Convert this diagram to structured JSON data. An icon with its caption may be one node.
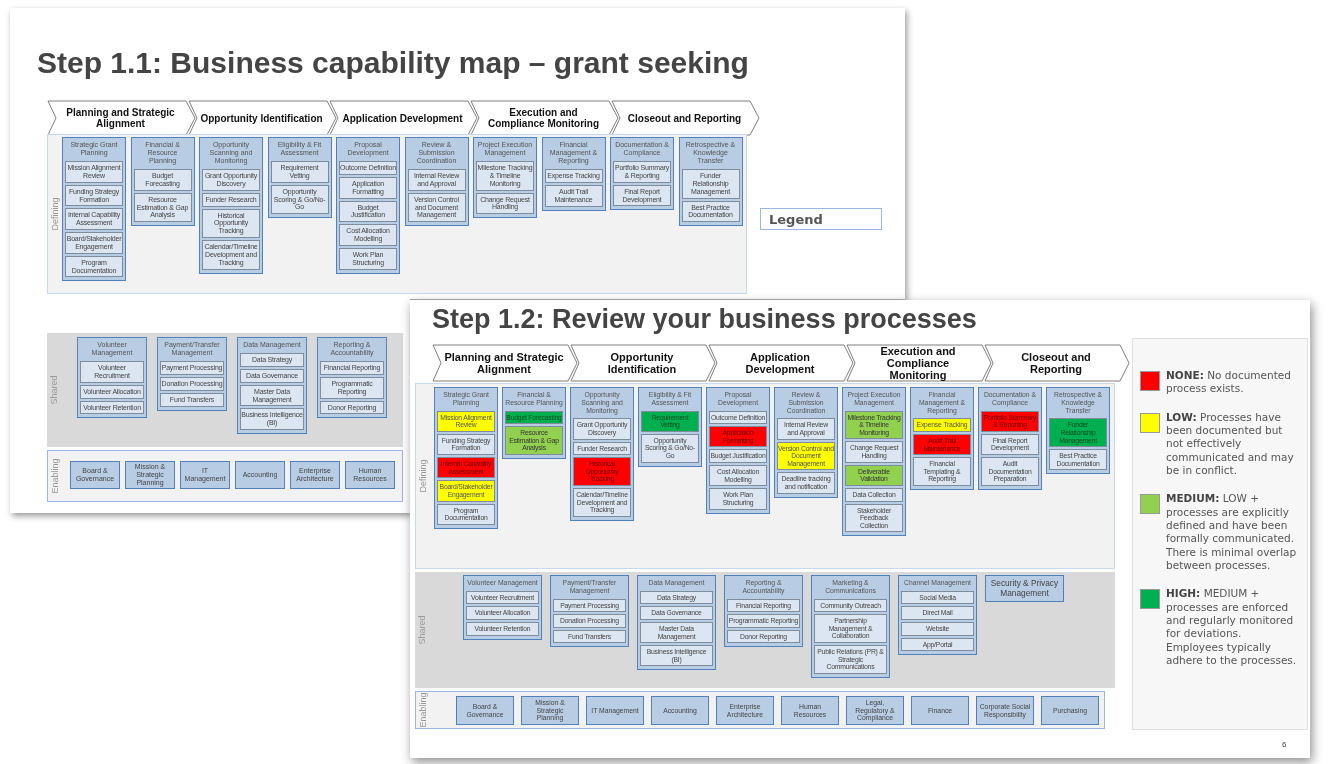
{
  "diagram": {
    "nodes": [
      {
        "text": [
          "Planning and Strategic Alignment"
        ]
      },
      {
        "text": [
          "Opportunity Identification"
        ]
      },
      {
        "text": [
          "Application Development"
        ]
      },
      {
        "text": [
          "Execution and Compliance Monitoring"
        ]
      },
      {
        "text": [
          "Closeout and Reporting"
        ]
      },
      {
        "text": [
          "Defining"
        ]
      },
      {
        "text": [
          "Strategic Grant Planning"
        ],
        "in": 5
      },
      {
        "text": [
          "Mission Alignment Review"
        ],
        "in": 6
      },
      {
        "text": [
          "Funding Strategy Formation"
        ],
        "in": 6
      },
      {
        "text": [
          "Internal Capability Assessment"
        ],
        "in": 6
      },
      {
        "text": [
          "Board/Stakeholder Engagement"
        ],
        "in": 6
      },
      {
        "text": [
          "Program Documentation"
        ],
        "in": 6
      },
      {
        "text": [
          "Financial & Resource Planning"
        ],
        "in": 5
      },
      {
        "text": [
          "Budget Forecasting"
        ],
        "in": 12
      },
      {
        "text": [
          "Resource Estimation & Gap Analysis"
        ],
        "in": 12
      },
      {
        "text": [
          "Opportunity Scanning and Monitoring"
        ],
        "in": 5
      },
      {
        "text": [
          "Grant Opportunity Discovery"
        ],
        "in": 15
      },
      {
        "text": [
          "Funder Research"
        ],
        "in": 15
      },
      {
        "text": [
          "Historical Opportunity Tracking"
        ],
        "in": 15
      },
      {
        "text": [
          "Calendar/Timeline Development and Tracking"
        ],
        "in": 15
      },
      {
        "text": [
          "Eligibility & Fit Assessment"
        ],
        "in": 5
      },
      {
        "text": [
          "Requirement Vetting"
        ],
        "in": 20
      },
      {
        "text": [
          "Opportunity Scoring & Go/No-Go"
        ],
        "in": 20
      },
      {
        "text": [
          "Proposal Development"
        ],
        "in": 5
      },
      {
        "text": [
          "Outcome Definition"
        ],
        "in": 23
      },
      {
        "text": [
          "Application Formatting"
        ],
        "in": 23
      },
      {
        "text": [
          "Budget Justification"
        ],
        "in": 23
      },
      {
        "text": [
          "Cost Allocation Modelling"
        ],
        "in": 23
      },
      {
        "text": [
          "Work Plan Structuring"
        ],
        "in": 23
      },
      {
        "text": [
          "Review & Submission Coordination"
        ],
        "in": 5
      },
      {
        "text": [
          "Internal Review and Approval"
        ],
        "in": 29
      },
      {
        "text": [
          "Version Control and Document Management"
        ],
        "in": 29
      },
      {
        "text": [
          "Project Execution Management"
        ],
        "in": 5
      },
      {
        "text": [
          "Milestone Tracking & Timeline Monitoring"
        ],
        "in": 32
      },
      {
        "text": [
          "Change Request Handling"
        ],
        "in": 32
      },
      {
        "text": [
          "Financial Management & Reporting"
        ],
        "in": 5
      },
      {
        "text": [
          "Expense Tracking"
        ],
        "in": 35
      },
      {
        "text": [
          "Audit Trail Maintenance"
        ],
        "in": 35
      },
      {
        "text": [
          "Documentation & Compliance"
        ],
        "in": 5
      },
      {
        "text": [
          "Portfolio Summary & Reporting"
        ],
        "in": 38
      },
      {
        "text": [
          "Final Report Development"
        ],
        "in": 38
      },
      {
        "text": [
          "Retrospective & Knowledge Transfer"
        ],
        "in": 5
      },
      {
        "text": [
          "Funder Relationship Management"
        ],
        "in": 41
      },
      {
        "text": [
          "Best Practice Documentation"
        ],
        "in": 41
      },
      {
        "text": [
          "Shared"
        ]
      },
      {
        "text": [
          "Volunteer Management"
        ],
        "in": 44
      },
      {
        "text": [
          "Volunteer Recruitment"
        ],
        "in": 45
      },
      {
        "text": [
          "Volunteer Allocation"
        ],
        "in": 45
      },
      {
        "text": [
          "Volunteer Retention"
        ],
        "in": 45
      },
      {
        "text": [
          "Payment/Transfer Management"
        ],
        "in": 44
      },
      {
        "text": [
          "Payment Processing"
        ],
        "in": 49
      },
      {
        "text": [
          "Donation Processing"
        ],
        "in": 49
      },
      {
        "text": [
          "Fund Transfers"
        ],
        "in": 49
      },
      {
        "text": [
          "Data Management"
        ],
        "in": 44
      },
      {
        "text": [
          "Data Strategy"
        ],
        "in": 53
      },
      {
        "text": [
          "Data Governance"
        ],
        "in": 53
      },
      {
        "text": [
          "Master Data Management"
        ],
        "in": 53
      },
      {
        "text": [
          "Business Intelligence (BI)"
        ],
        "in": 53
      },
      {
        "text": [
          "Reporting & Accountability"
        ],
        "in": 44
      },
      {
        "text": [
          "Financial Reporting"
        ],
        "in": 58
      },
      {
        "text": [
          "Programmatic Reporting"
        ],
        "in": 58
      },
      {
        "text": [
          "Donor Reporting"
        ],
        "in": 58
      },
      {
        "text": [
          "Enabling"
        ]
      },
      {
        "text": [
          "Board & Governance"
        ],
        "in": 62
      },
      {
        "text": [
          "Mission & Strategic Planning"
        ],
        "in": 62
      },
      {
        "text": [
          "IT Management"
        ],
        "in": 62
      },
      {
        "text": [
          "Accounting"
        ],
        "in": 62
      },
      {
        "text": [
          "Enterprise Architecture"
        ],
        "in": 62
      },
      {
        "text": [
          "Human Resources"
        ],
        "in": 62
      },
      {
        "text": [
          "Legend"
        ]
      },
      {
        "text": [
          "Step 1.2: Review your business processes"
        ]
      },
      {
        "text": [
          "Planning and Strategic Alignment"
        ],
        "in": 70
      },
      {
        "text": [
          "Opportunity Identification"
        ],
        "in": 70
      },
      {
        "text": [
          "Application Development"
        ],
        "in": 70
      },
      {
        "text": [
          "Execution and Compliance Monitoring"
        ],
        "in": 70
      },
      {
        "text": [
          "Closeout and Reporting"
        ],
        "in": 70
      },
      {
        "text": [
          "Defining"
        ],
        "in": 70
      },
      {
        "text": [
          "Strategic Grant Planning"
        ],
        "in": 76
      },
      {
        "text": [
          "Mission Alignment Review"
        ],
        "in": 77
      },
      {
        "text": [
          "Funding Strategy Formation"
        ],
        "in": 77
      },
      {
        "text": [
          "Internal Capability Assessment"
        ],
        "in": 77
      },
      {
        "text": [
          "Board/Stakeholder Engagement"
        ],
        "in": 77
      },
      {
        "text": [
          "Program Documentation"
        ],
        "in": 77
      },
      {
        "text": [
          "Financial & Resource Planning"
        ],
        "in": 76
      },
      {
        "text": [
          "Budget Forecasting"
        ],
        "in": 83
      },
      {
        "text": [
          "Resource Estimation & Gap Analysis"
        ],
        "in": 83
      },
      {
        "text": [
          "Opportunity Scanning and Monitoring"
        ],
        "in": 76
      },
      {
        "text": [
          "Grant Opportunity Discovery"
        ],
        "in": 86
      },
      {
        "text": [
          "Funder Research"
        ],
        "in": 86
      },
      {
        "text": [
          "Historical Opportunity Tracking"
        ],
        "in": 86
      },
      {
        "text": [
          "Calendar/Timeline Development and Tracking"
        ],
        "in": 86
      },
      {
        "text": [
          "Eligibility & Fit Assessment"
        ],
        "in": 76
      },
      {
        "text": [
          "Requirement Vetting"
        ],
        "in": 91
      },
      {
        "text": [
          "Opportunity Scoring & Go/No-Go"
        ],
        "in": 91
      },
      {
        "text": [
          "Proposal Development"
        ],
        "in": 76
      },
      {
        "text": [
          "Outcome Definition"
        ],
        "in": 94
      },
      {
        "text": [
          "Application Formatting"
        ],
        "in": 94
      },
      {
        "text": [
          "Budget Justification"
        ],
        "in": 94
      },
      {
        "text": [
          "Cost Allocation Modelling"
        ],
        "in": 94
      },
      {
        "text": [
          "Work Plan Structuring"
        ],
        "in": 94
      },
      {
        "text": [
          "Review & Submission Coordination"
        ],
        "in": 76
      },
      {
        "text": [
          "Internal Review and Approval"
        ],
        "in": 100
      },
      {
        "text": [
          "Version Control and Document Management"
        ],
        "in": 100
      },
      {
        "text": [
          "Deadline tracking and notification"
        ],
        "in": 100
      },
      {
        "text": [
          "Project Execution Management"
        ],
        "in": 76
      },
      {
        "text": [
          "Milestone Tracking & Timeline Monitoring"
        ],
        "in": 104
      },
      {
        "text": [
          "Change Request Handling"
        ],
        "in": 104
      },
      {
        "text": [
          "Deliverable Validation"
        ],
        "in": 104
      },
      {
        "text": [
          "Data Collection"
        ],
        "in": 104
      },
      {
        "text": [
          "Stakeholder Feedback Collection"
        ],
        "in": 104
      },
      {
        "text": [
          "Financial Management & Reporting"
        ],
        "in": 76
      },
      {
        "text": [
          "Expense Tracking"
        ],
        "in": 110
      },
      {
        "text": [
          "Audit Trail Maintenance"
        ],
        "in": 110
      },
      {
        "text": [
          "Financial Templating & Reporting"
        ],
        "in": 110
      },
      {
        "text": [
          "Documentation & Compliance"
        ],
        "in": 76
      },
      {
        "text": [
          "Portfolio Summary & Reporting"
        ],
        "in": 114
      },
      {
        "text": [
          "Final Report Development"
        ],
        "in": 114
      },
      {
        "text": [
          "Audit Documentation Preparation"
        ],
        "in": 114
      },
      {
        "text": [
          "Retrospective & Knowledge Transfer"
        ],
        "in": 76
      },
      {
        "text": [
          "Funder Relationship Management"
        ],
        "in": 118
      },
      {
        "text": [
          "Best Practice Documentation"
        ],
        "in": 118
      },
      {
        "text": [
          "Shared"
        ],
        "in": 70
      },
      {
        "text": [
          "Volunteer Management"
        ],
        "in": 121
      },
      {
        "text": [
          "Volunteer Recruitment"
        ],
        "in": 122
      },
      {
        "text": [
          "Volunteer Allocation"
        ],
        "in": 122
      },
      {
        "text": [
          "Volunteer Retention"
        ],
        "in": 122
      },
      {
        "text": [
          "Payment/Transfer Management"
        ],
        "in": 121
      },
      {
        "text": [
          "Payment Processing"
        ],
        "in": 126
      },
      {
        "text": [
          "Donation Processing"
        ],
        "in": 126
      },
      {
        "text": [
          "Fund Transfers"
        ],
        "in": 126
      },
      {
        "text": [
          "Data Management"
        ],
        "in": 121
      },
      {
        "text": [
          "Data Strategy"
        ],
        "in": 130
      },
      {
        "text": [
          "Data Governance"
        ],
        "in": 130
      },
      {
        "text": [
          "Master Data Management"
        ],
        "in": 130
      },
      {
        "text": [
          "Business Intelligence (BI)"
        ],
        "in": 130
      },
      {
        "text": [
          "Reporting & Accountability"
        ],
        "in": 121
      },
      {
        "text": [
          "Financial Reporting"
        ],
        "in": 135
      },
      {
        "text": [
          "Programmatic Reporting"
        ],
        "in": 135
      },
      {
        "text": [
          "Donor Reporting"
        ],
        "in": 135
      },
      {
        "text": [
          "Marketing & Communications"
        ],
        "in": 121
      },
      {
        "text": [
          "Community Outreach"
        ],
        "in": 139
      },
      {
        "text": [
          "Partnership Management & Collaboration"
        ],
        "in": 139
      },
      {
        "text": [
          "Public Relations (PR) & Strategic Communications"
        ],
        "in": 139
      },
      {
        "text": [
          "Channel Management"
        ],
        "in": 121
      },
      {
        "text": [
          "Social Media"
        ],
        "in": 143
      },
      {
        "text": [
          "Direct Mail"
        ],
        "in": 143
      },
      {
        "text": [
          "Website"
        ],
        "in": 143
      },
      {
        "text": [
          "App/Portal"
        ],
        "in": 143
      },
      {
        "text": [
          "Security & Privacy Management"
        ],
        "in": 121
      },
      {
        "text": [
          "Enabling"
        ],
        "in": 70
      },
      {
        "text": [
          "Board & Governance"
        ],
        "in": 149
      },
      {
        "text": [
          "Mission & Strategic Planning"
        ],
        "in": 149
      },
      {
        "text": [
          "IT Management"
        ],
        "in": 149
      },
      {
        "text": [
          "Accounting"
        ],
        "in": 149
      },
      {
        "text": [
          "Enterprise Architecture"
        ],
        "in": 149
      },
      {
        "text": [
          "Human Resources"
        ],
        "in": 149
      },
      {
        "text": [
          "Legal, Regulatory & Compliance"
        ],
        "in": 149
      },
      {
        "text": [
          "Finance"
        ],
        "in": 149
      },
      {
        "text": [
          "Corporate Social Responsibility"
        ],
        "in": 149
      },
      {
        "text": [
          "Purchasing"
        ],
        "in": 149
      }
    ],
    "labels": [
      "Step 1.1: Business capability map – grant seeking",
      "6"
    ],
    "legend": [
      {
        "text": "**NONE:** No documented process exists.",
        "color": "#ff0000"
      },
      {
        "text": "**LOW:** Processes have been documented but not effectively communicated and may be in conflict.",
        "color": "#ffff00"
      },
      {
        "text": "**MEDIUM:** LOW + processes are explicitly defined and have been formally communicated. There is minimal overlap between processes.",
        "color": "#92d050"
      },
      {
        "text": "**HIGH:** MEDIUM + processes are enforced and regularly monitored for deviations. Employees typically adhere to the processes.",
        "color": "#00b050"
      }
    ]
  }
}
